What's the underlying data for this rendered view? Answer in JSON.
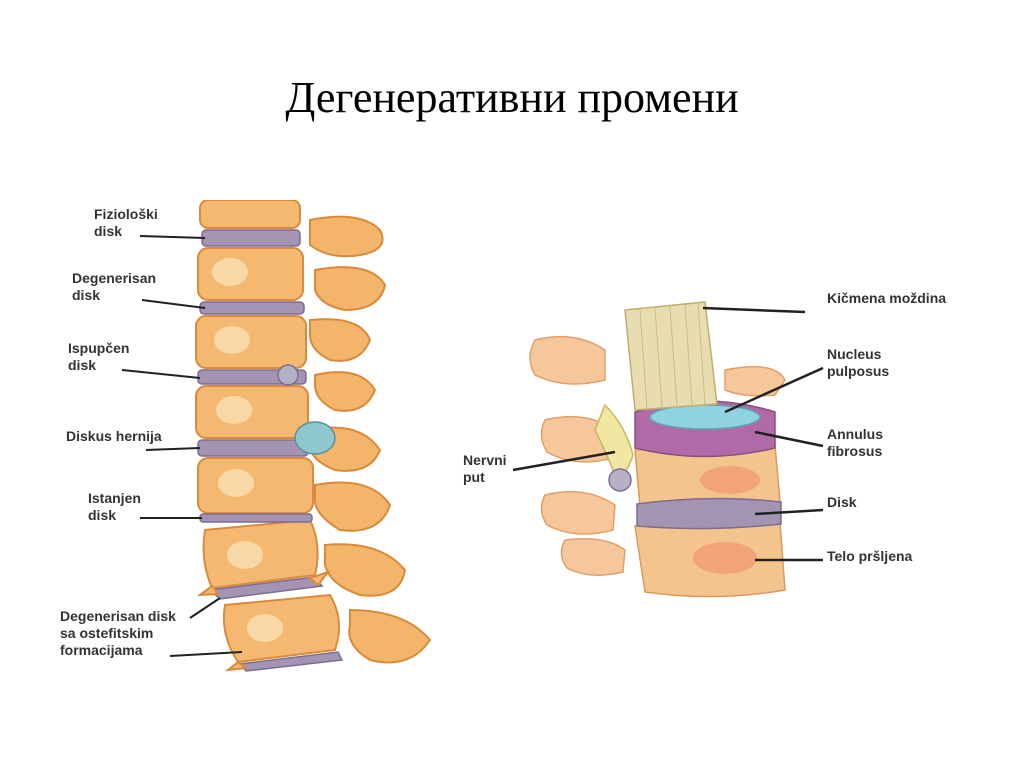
{
  "slide": {
    "title": "Дегенеративни промени"
  },
  "left_diagram": {
    "labels": [
      "Fiziološki\ndisk",
      "Degenerisan\ndisk",
      "Ispupčen\ndisk",
      "Diskus hernija",
      "Istanjen\ndisk",
      "Degenerisan disk\nsa ostefitskim\nformacijama"
    ]
  },
  "right_diagram": {
    "labels": [
      "Kičmena moždina",
      "Nucleus\npulposus",
      "Annulus\nfibrosus",
      "Disk",
      "Telo pršljena",
      "Nervni\nput"
    ]
  },
  "colors": {
    "bone": "#f4b870",
    "bone_dark": "#d98a3a",
    "bone_light": "#fbe0b5",
    "disk": "#a394b4",
    "nucleus": "#8fd3e0",
    "annulus": "#b06aa8",
    "cord": "#e8ddb0",
    "leader": "#222222"
  }
}
